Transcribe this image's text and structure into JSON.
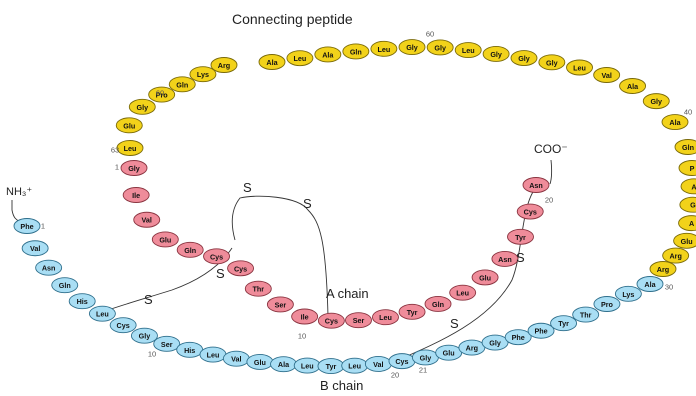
{
  "titles": {
    "connecting_peptide": "Connecting peptide",
    "a_chain": "A chain",
    "b_chain": "B chain",
    "n_terminus": "NH₃⁺",
    "c_terminus": "COO⁻",
    "sulfur": "S"
  },
  "colors": {
    "c_peptide_fill": "#f2d21a",
    "c_peptide_stroke": "#7a6a08",
    "a_chain_fill": "#ef8c9a",
    "a_chain_stroke": "#8a3440",
    "b_chain_fill": "#a9def4",
    "b_chain_stroke": "#2f6f8c",
    "bond": "#333333"
  },
  "chains": {
    "c_peptide_main": [
      "Ala",
      "Leu",
      "Ala",
      "Gln",
      "Leu",
      "Gly",
      "Gly",
      "Leu",
      "Gly",
      "Gly",
      "Gly",
      "Leu",
      "Val",
      "Ala",
      "Gly",
      "Ala",
      "Gln"
    ],
    "c_peptide_left": [
      "Leu",
      "Glu",
      "Gly",
      "Pro",
      "Gln",
      "Lys",
      "Arg"
    ],
    "c_peptide_right_partial": [
      "P",
      "A",
      "G",
      "A",
      "Glu",
      "Arg",
      "Arg"
    ],
    "a_chain": [
      "Gly",
      "Ile",
      "Val",
      "Glu",
      "Gln",
      "Cys",
      "Cys",
      "Thr",
      "Ser",
      "Ile",
      "Cys",
      "Ser",
      "Leu",
      "Tyr",
      "Gln",
      "Leu",
      "Glu",
      "Asn",
      "Tyr",
      "Cys",
      "Asn"
    ],
    "b_chain": [
      "Phe",
      "Val",
      "Asn",
      "Gln",
      "His",
      "Leu",
      "Cys",
      "Gly",
      "Ser",
      "His",
      "Leu",
      "Val",
      "Glu",
      "Ala",
      "Leu",
      "Tyr",
      "Leu",
      "Val",
      "Cys",
      "Gly",
      "Glu",
      "Arg",
      "Gly",
      "Phe",
      "Phe",
      "Tyr",
      "Thr",
      "Pro",
      "Lys",
      "Ala"
    ]
  },
  "numbers": {
    "c60_top": "60",
    "c60_left": "60",
    "c40": "40",
    "c63": "63",
    "a1": "1",
    "a10": "10",
    "a20": "20",
    "b1": "1",
    "b10": "10",
    "b20": "20",
    "b21": "21",
    "b30": "30"
  }
}
